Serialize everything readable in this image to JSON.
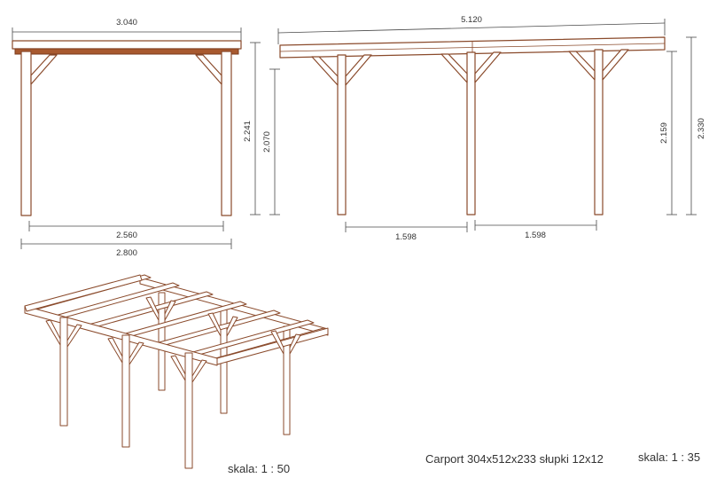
{
  "dimensions": {
    "front_width_top": "3.040",
    "front_height": "2.241",
    "front_inner_height": "2.070",
    "front_span_inner": "2.560",
    "front_span_outer": "2.800",
    "side_length_top": "5.120",
    "side_inner_height": "2.159",
    "side_total_height": "2.330",
    "side_bay_1": "1.598",
    "side_bay_2": "1.598"
  },
  "captions": {
    "scale_iso": "skala:  1 : 50",
    "title": "Carport 304x512x233 słupki 12x12",
    "scale_views": "skala:  1 : 35"
  },
  "colors": {
    "wood_outline": "#8a4a2b",
    "wood_fill_dark": "#a8592f",
    "dimension_line": "#4a4a4a"
  }
}
